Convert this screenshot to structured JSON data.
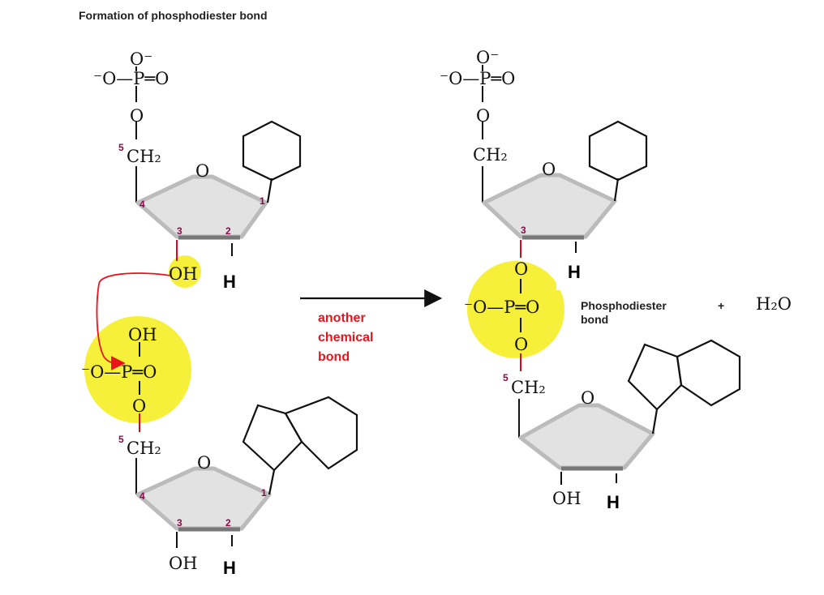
{
  "title": "Formation of phosphodiester bond",
  "colors": {
    "highlight": "#f7f03a",
    "arrow_red": "#e8141c",
    "carbon_numbers": "#8b0a4a"
  },
  "top_nucleotide": {
    "phosphate_o_minus_top": "O⁻",
    "phosphate_row": "⁻O—P═O",
    "ester_o": "O",
    "ch2": "CH₂",
    "carbon_numbers": [
      "5",
      "4",
      "1",
      "3",
      "2"
    ],
    "ring_o": "O",
    "three_prime": "OH",
    "two_prime": "H"
  },
  "bottom_nucleotide": {
    "phosphate_oh": "OH",
    "phosphate_row": "⁻O—P═O",
    "ester_o": "O",
    "ch2": "CH₂",
    "carbon_numbers": [
      "5",
      "4",
      "1",
      "3",
      "2"
    ],
    "ring_o": "O",
    "three_prime": "OH",
    "two_prime": "H"
  },
  "reaction_arrow_label": [
    "another",
    "chemical",
    "bond"
  ],
  "product": {
    "top": {
      "phosphate_o_minus_top": "O⁻",
      "phosphate_row": "⁻O—P═O",
      "ester_o": "O",
      "ch2": "CH₂",
      "carbon_number_3": "3",
      "ring_o": "O",
      "two_prime": "H"
    },
    "linkage": {
      "o_top": "O",
      "phosphate_row": "⁻O—P═O",
      "o_bottom": "O",
      "label_line1": "Phosphodiester",
      "label_line2": "bond"
    },
    "bottom": {
      "carbon_number_5": "5",
      "ch2": "CH₂",
      "ring_o": "O",
      "three_prime": "OH",
      "two_prime": "H"
    },
    "plus": "+",
    "water": "H₂O"
  }
}
